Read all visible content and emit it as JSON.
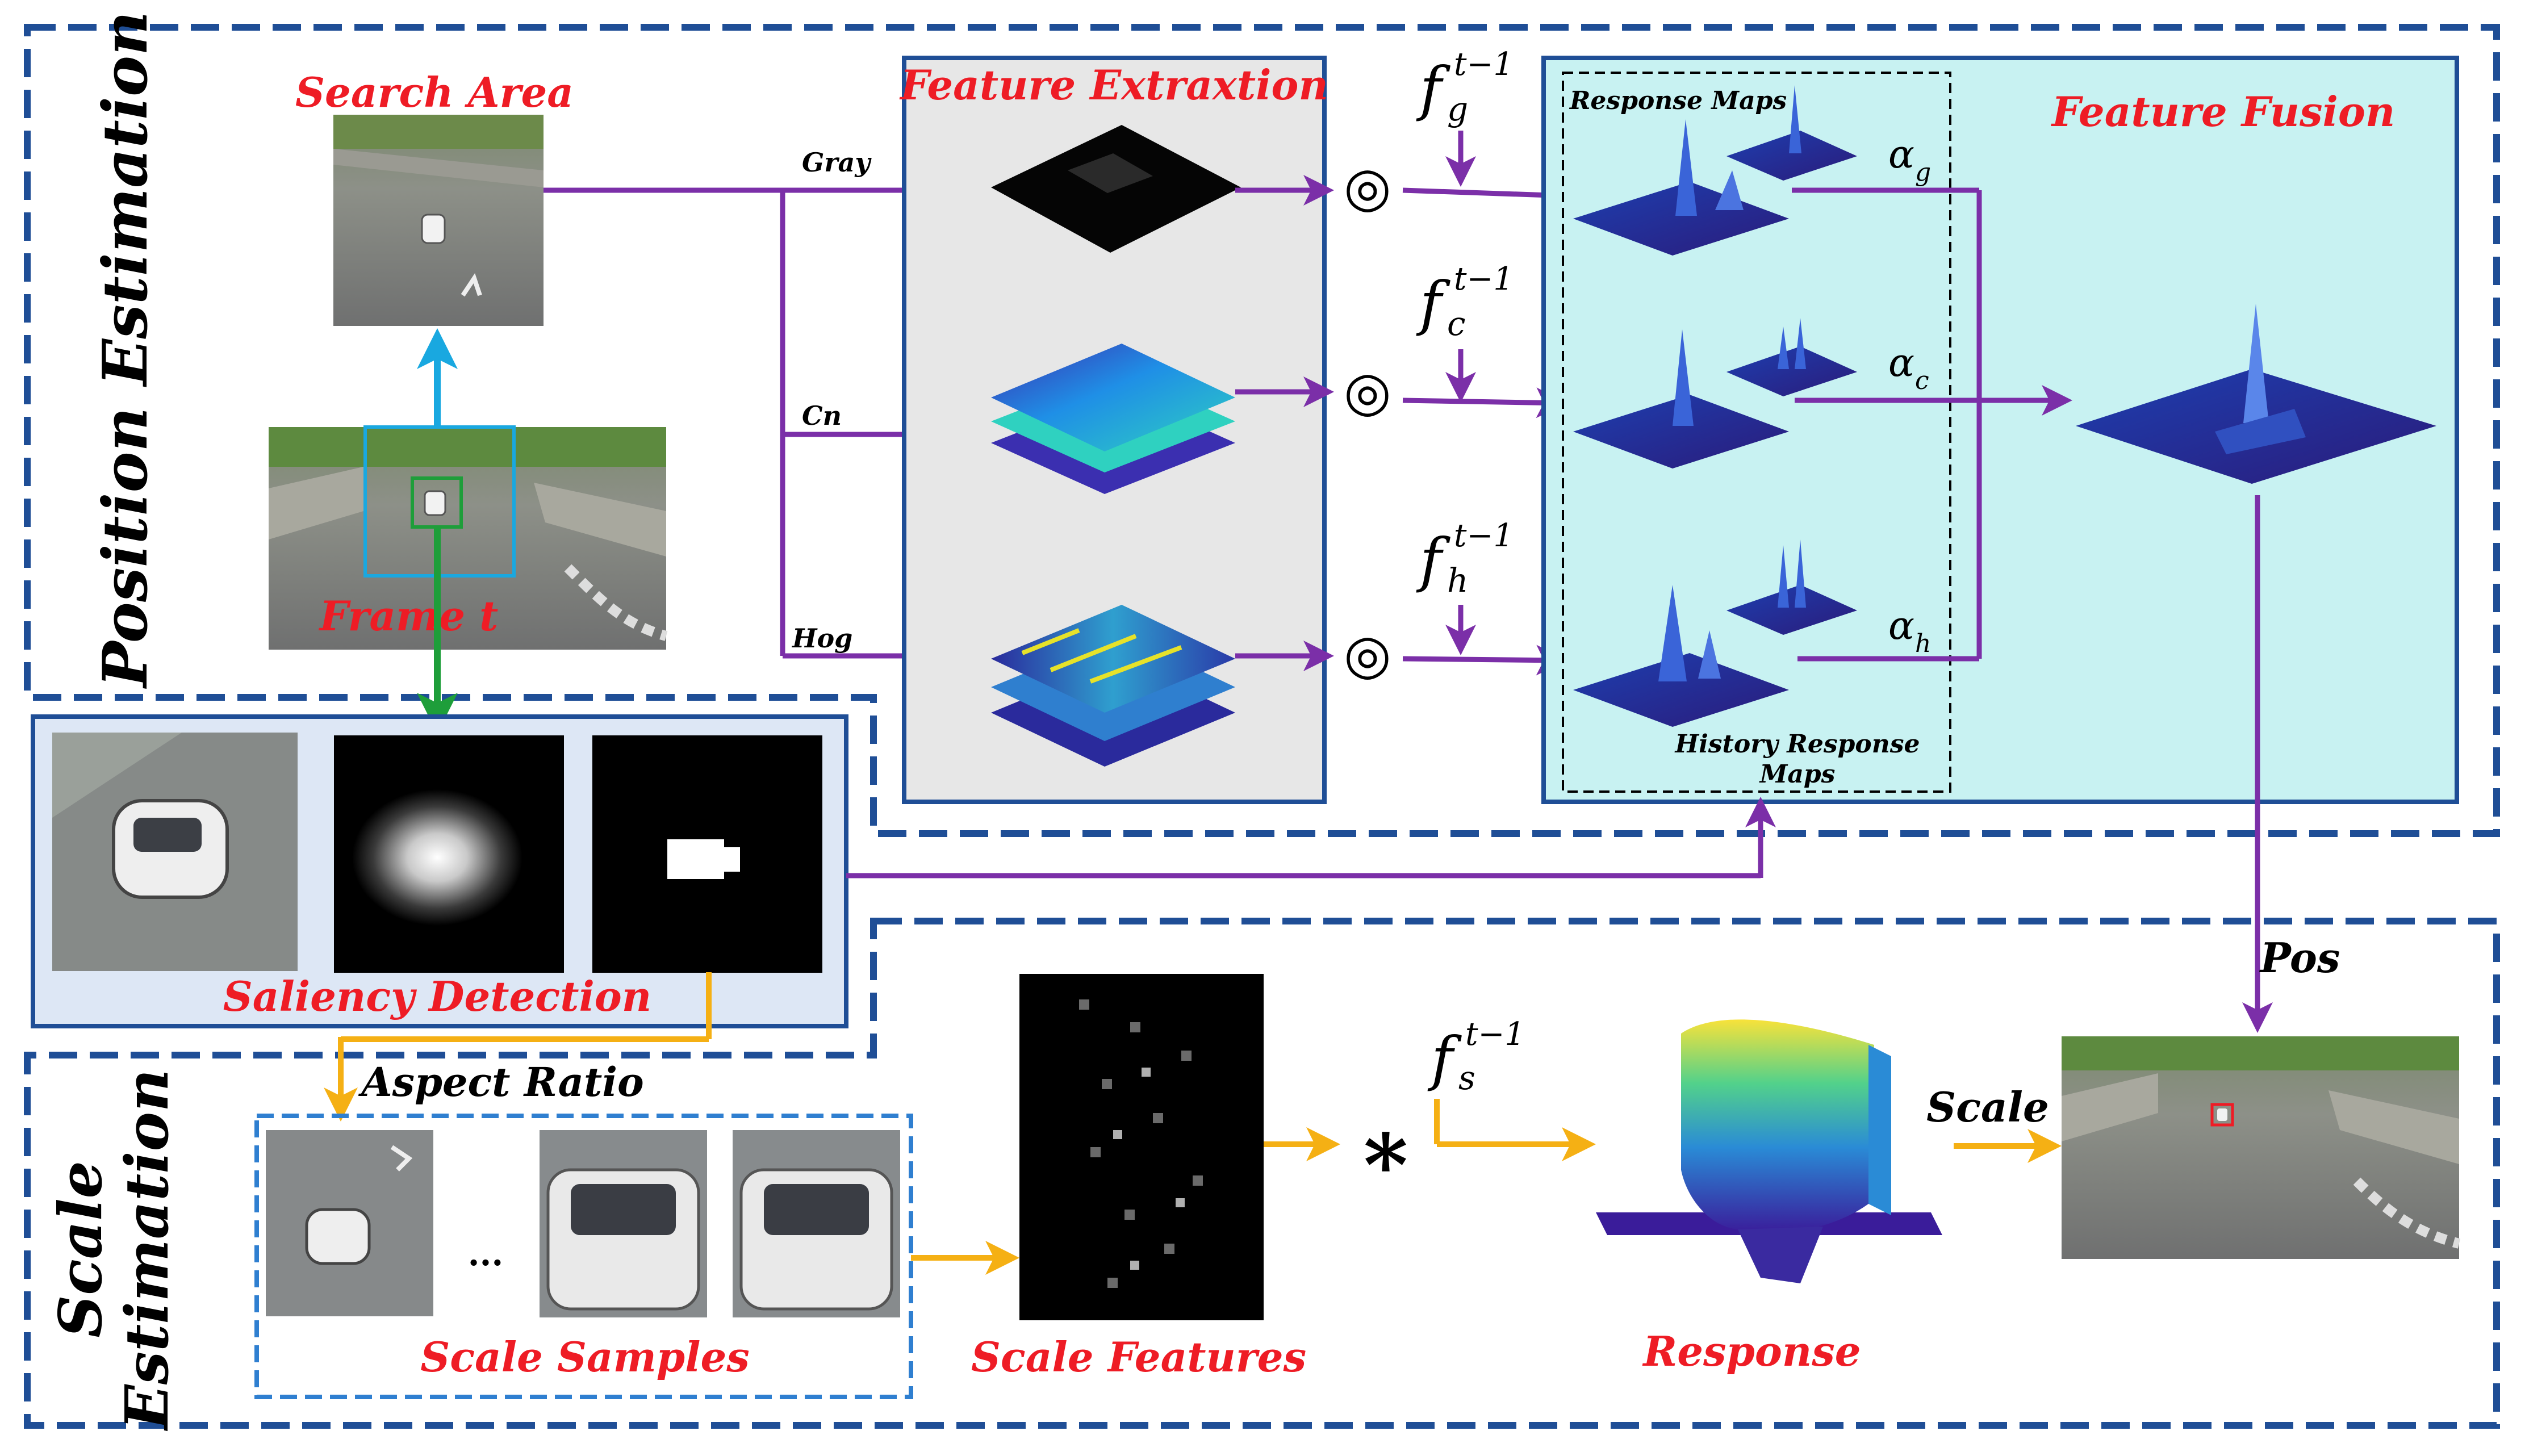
{
  "sections": {
    "position_estimation": "Position Estimation",
    "scale_estimation_line1": "Scale",
    "scale_estimation_line2": "Estimation"
  },
  "labels": {
    "search_area": "Search Area",
    "frame_t": "Frame t",
    "feature_extraction": "Feature Extraxtion",
    "feature_fusion": "Feature Fusion",
    "response_maps": "Response Maps",
    "history_response_maps_line1": "History Response",
    "history_response_maps_line2": "Maps",
    "saliency_detection": "Saliency Detection",
    "aspect_ratio": "Aspect Ratio",
    "scale_samples": "Scale Samples",
    "scale_features": "Scale Features",
    "response": "Response",
    "pos": "Pos",
    "scale": "Scale",
    "ellipsis": "..."
  },
  "channels": [
    "Gray",
    "Cn",
    "Hog"
  ],
  "filters": {
    "base": "f",
    "superscript": "t−1",
    "subscripts": [
      "g",
      "c",
      "h"
    ],
    "scale_subscript": "s"
  },
  "weights": {
    "symbol": "α",
    "subscripts": [
      "g",
      "c",
      "h"
    ]
  },
  "operators": {
    "correlation": "◎",
    "convolution": "∗"
  },
  "colors": {
    "frame_blue": "#1f4e96",
    "purple_arrow": "#7b2fa8",
    "cyan_arrow": "#19a8e0",
    "green_arrow": "#1e9e3a",
    "yellow_arrow": "#f5b014",
    "title_red": "#ee1c25",
    "fusion_bg": "#c8f2f2",
    "extraction_bg": "#e7e7e7",
    "saliency_bg": "#dde7f5"
  }
}
